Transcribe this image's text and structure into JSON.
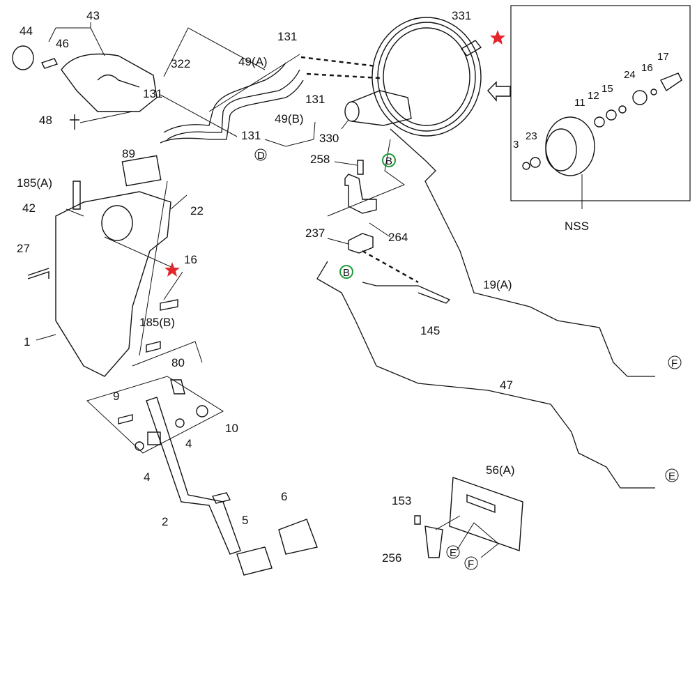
{
  "diagram": {
    "accent_colors": {
      "star": "#e3262b",
      "ref_circle_green": "#1f9a3c",
      "line": "#111111"
    },
    "labels": [
      "43",
      "44",
      "46",
      "322",
      "131",
      "49(A)",
      "131",
      "131",
      "49(B)",
      "131",
      "331",
      "330",
      "258",
      "48",
      "89",
      "185(A)",
      "22",
      "42",
      "264",
      "237",
      "27",
      "16",
      "19(A)",
      "145",
      "185(B)",
      "1",
      "80",
      "47",
      "9",
      "10",
      "4",
      "4",
      "56(A)",
      "153",
      "6",
      "5",
      "2",
      "256"
    ],
    "ref_markers": {
      "d": "D",
      "b1": "B",
      "b2": "B",
      "f1": "F",
      "e1": "E",
      "e2": "E",
      "f2": "F"
    },
    "inset": {
      "title": "NSS",
      "labels": [
        "3",
        "23",
        "11",
        "12",
        "15",
        "24",
        "16",
        "17"
      ]
    },
    "stars": [
      "star-icon",
      "star-icon",
      "star-icon"
    ]
  }
}
